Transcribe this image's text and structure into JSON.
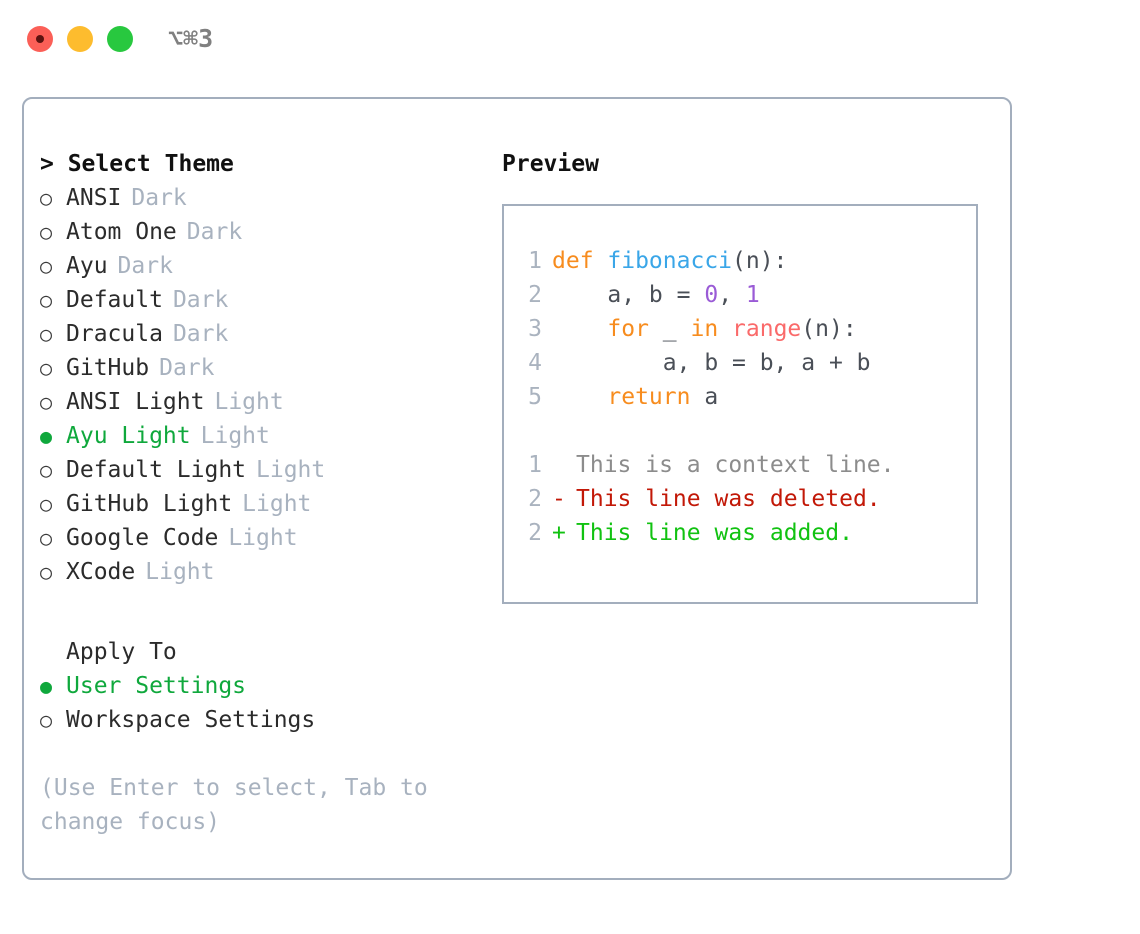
{
  "titlebar": {
    "shortcut": "⌥⌘3",
    "buttons": {
      "close": "close",
      "minimize": "minimize",
      "maximize": "maximize"
    }
  },
  "theme_picker": {
    "heading": "> Select Theme",
    "marker_selected": "●",
    "marker_unselected": "○",
    "items": [
      {
        "name": "ANSI",
        "variant": "Dark",
        "selected": false
      },
      {
        "name": "Atom One",
        "variant": "Dark",
        "selected": false
      },
      {
        "name": "Ayu",
        "variant": "Dark",
        "selected": false
      },
      {
        "name": "Default",
        "variant": "Dark",
        "selected": false
      },
      {
        "name": "Dracula",
        "variant": "Dark",
        "selected": false
      },
      {
        "name": "GitHub",
        "variant": "Dark",
        "selected": false
      },
      {
        "name": "ANSI Light",
        "variant": "Light",
        "selected": false
      },
      {
        "name": "Ayu Light",
        "variant": "Light",
        "selected": true
      },
      {
        "name": "Default Light",
        "variant": "Light",
        "selected": false
      },
      {
        "name": "GitHub Light",
        "variant": "Light",
        "selected": false
      },
      {
        "name": "Google Code",
        "variant": "Light",
        "selected": false
      },
      {
        "name": "XCode",
        "variant": "Light",
        "selected": false
      }
    ]
  },
  "apply_to": {
    "heading": "Apply To",
    "options": [
      {
        "label": "User Settings",
        "selected": true
      },
      {
        "label": "Workspace Settings",
        "selected": false
      }
    ]
  },
  "hint": "(Use Enter to select, Tab to change focus)",
  "preview": {
    "label": "Preview",
    "code_lines": [
      {
        "num": "1",
        "sign": " ",
        "tokens": [
          {
            "t": "def ",
            "c": "kw"
          },
          {
            "t": "fibonacci",
            "c": "fn"
          },
          {
            "t": "(n):",
            "c": "pu"
          }
        ]
      },
      {
        "num": "2",
        "sign": " ",
        "tokens": [
          {
            "t": "    a, b = ",
            "c": "id"
          },
          {
            "t": "0",
            "c": "num"
          },
          {
            "t": ", ",
            "c": "id"
          },
          {
            "t": "1",
            "c": "num"
          }
        ]
      },
      {
        "num": "3",
        "sign": " ",
        "tokens": [
          {
            "t": "    ",
            "c": "id"
          },
          {
            "t": "for",
            "c": "kw"
          },
          {
            "t": " _ ",
            "c": "id"
          },
          {
            "t": "in",
            "c": "kw"
          },
          {
            "t": " ",
            "c": "id"
          },
          {
            "t": "range",
            "c": "bi"
          },
          {
            "t": "(n):",
            "c": "pu"
          }
        ]
      },
      {
        "num": "4",
        "sign": " ",
        "tokens": [
          {
            "t": "        a, b = b, a + b",
            "c": "id"
          }
        ]
      },
      {
        "num": "5",
        "sign": " ",
        "tokens": [
          {
            "t": "    ",
            "c": "id"
          },
          {
            "t": "return",
            "c": "kw"
          },
          {
            "t": " a",
            "c": "id"
          }
        ]
      }
    ],
    "diff_lines": [
      {
        "num": "1",
        "sign": " ",
        "text": "This is a context line.",
        "cls": "ctx"
      },
      {
        "num": "2",
        "sign": "-",
        "text": "This line was deleted.",
        "cls": "del"
      },
      {
        "num": "2",
        "sign": "+",
        "text": "This line was added.",
        "cls": "add"
      }
    ]
  },
  "colors": {
    "accent_green": "#0fa83c",
    "border": "#a3aebd",
    "muted": "#a8b2bf",
    "keyword": "#f78c1e",
    "function": "#3aa6e8",
    "number": "#9a5bd6",
    "builtin": "#fa6a6a",
    "diff_delete": "#c21807",
    "diff_add": "#11c211"
  }
}
